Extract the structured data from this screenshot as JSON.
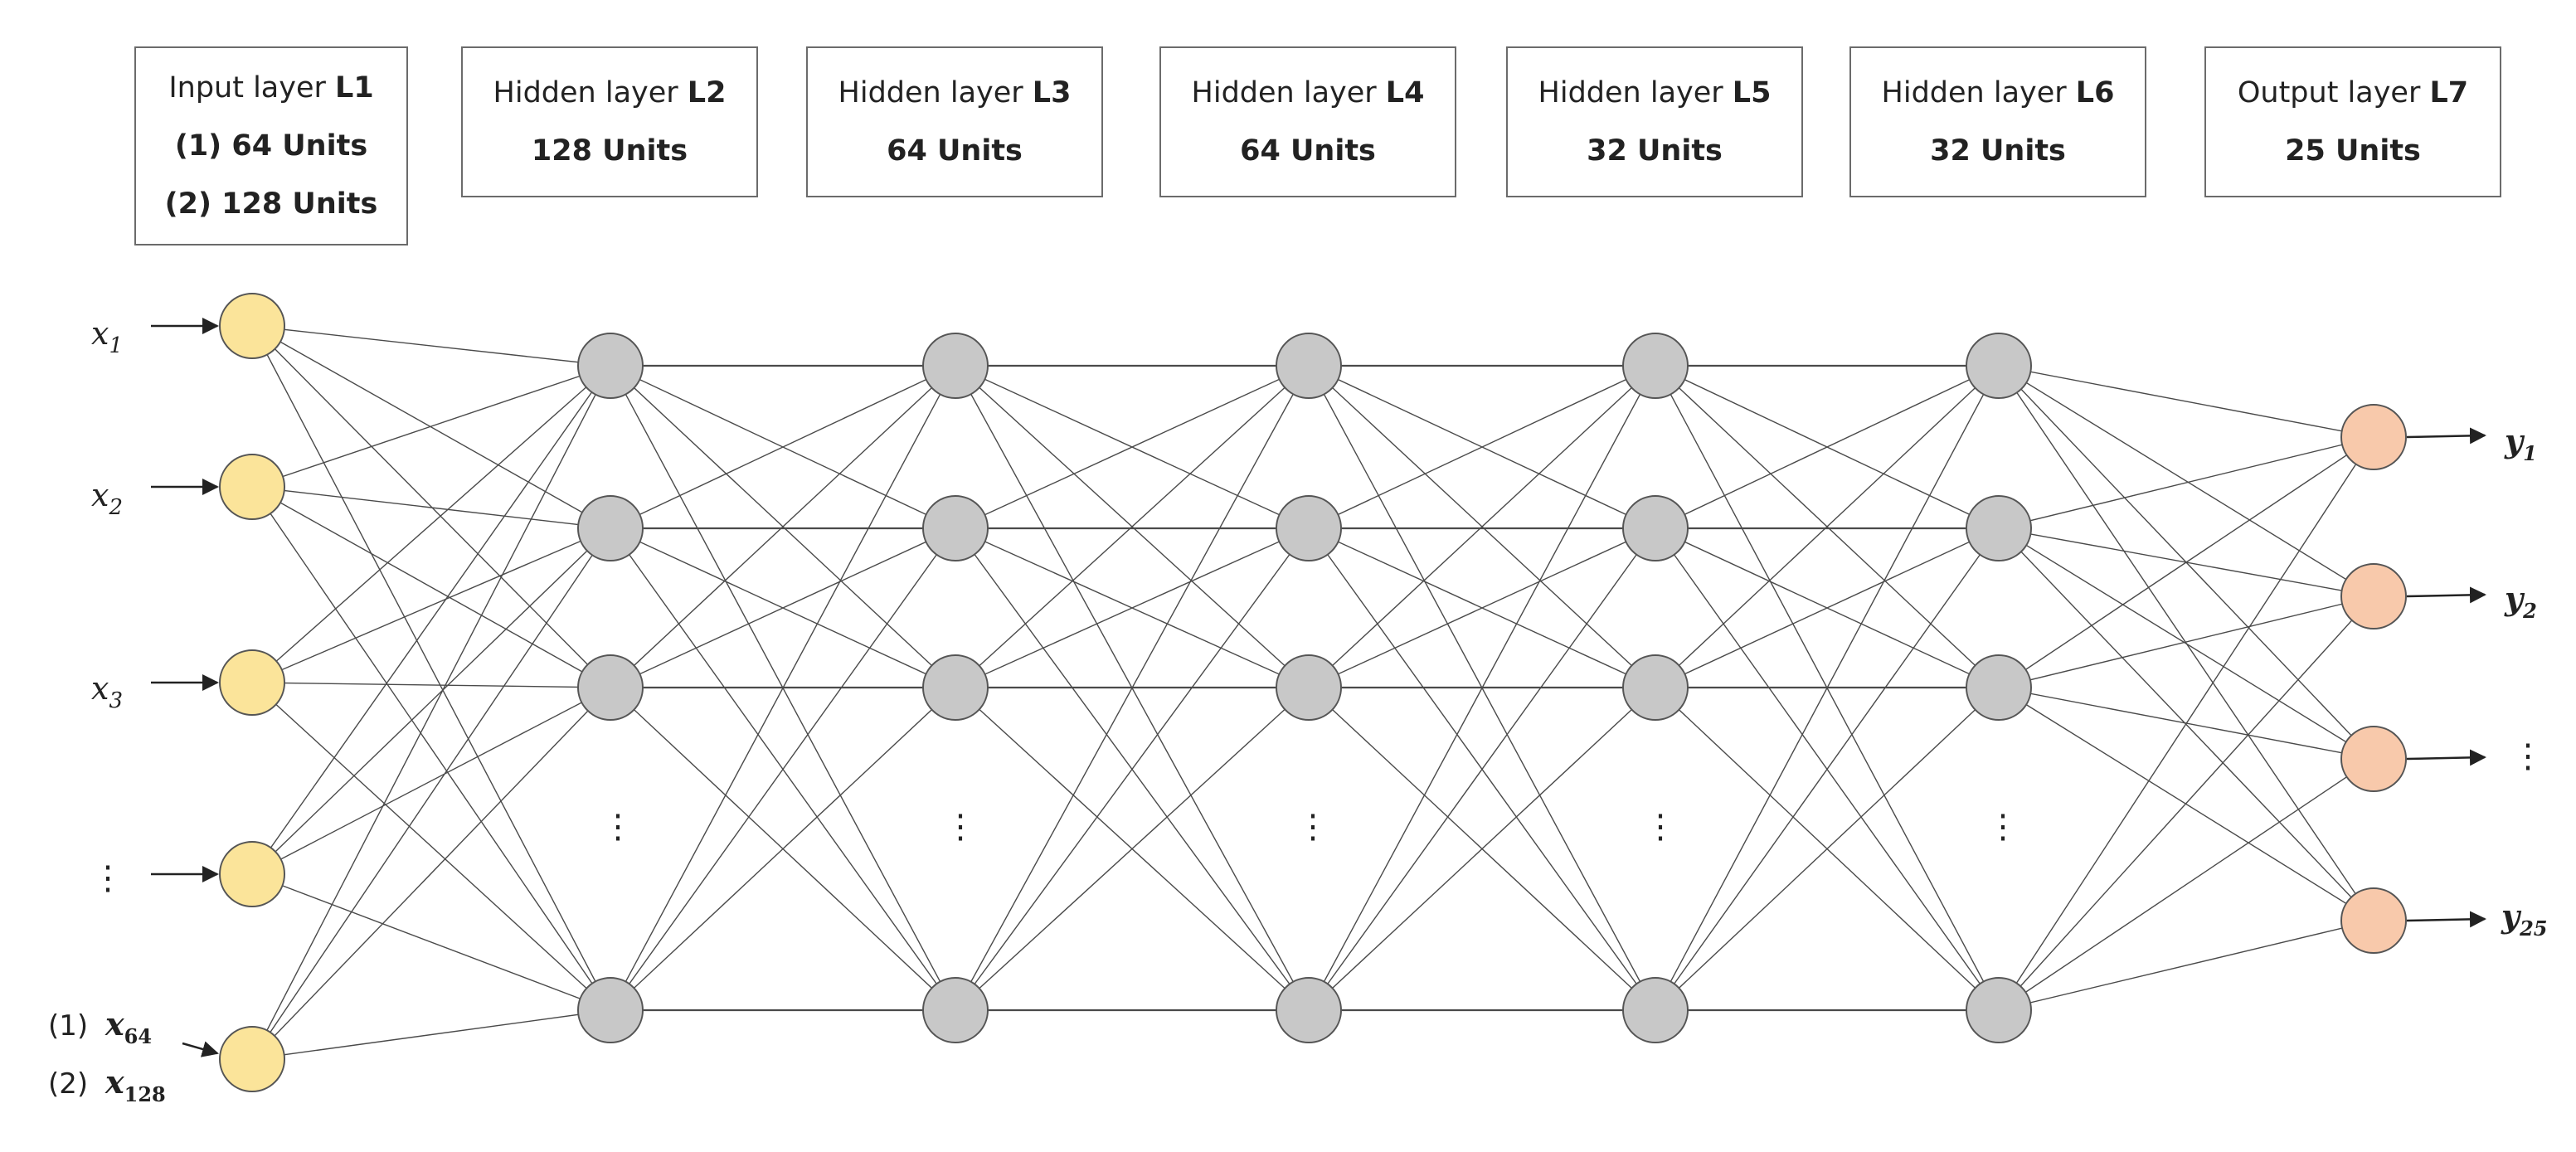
{
  "layers": [
    {
      "id": "L1",
      "name": "Input layer",
      "tag": "L1",
      "lines": [
        "(1) 64 Units",
        "(2) 128 Units"
      ]
    },
    {
      "id": "L2",
      "name": "Hidden layer",
      "tag": "L2",
      "lines": [
        "128 Units"
      ]
    },
    {
      "id": "L3",
      "name": "Hidden layer",
      "tag": "L3",
      "lines": [
        "64 Units"
      ]
    },
    {
      "id": "L4",
      "name": "Hidden layer",
      "tag": "L4",
      "lines": [
        "64 Units"
      ]
    },
    {
      "id": "L5",
      "name": "Hidden layer",
      "tag": "L5",
      "lines": [
        "32 Units"
      ]
    },
    {
      "id": "L6",
      "name": "Hidden layer",
      "tag": "L6",
      "lines": [
        "32 Units"
      ]
    },
    {
      "id": "L7",
      "name": "Output layer",
      "tag": "L7",
      "lines": [
        "25 Units"
      ]
    }
  ],
  "inputs": {
    "x1": {
      "var": "x",
      "sub": "1"
    },
    "x2": {
      "var": "x",
      "sub": "2"
    },
    "x3": {
      "var": "x",
      "sub": "3"
    },
    "ellipsis": "⋮",
    "last1": {
      "prefix": "(1)",
      "var": "x",
      "sub": "64"
    },
    "last2": {
      "prefix": "(2)",
      "var": "x",
      "sub": "128"
    }
  },
  "outputs": {
    "y1": {
      "var": "y",
      "sub": "1"
    },
    "y2": {
      "var": "y",
      "sub": "2"
    },
    "ellipsis": "⋮",
    "y25": {
      "var": "y",
      "sub": "25"
    }
  },
  "hidden_ellipsis": "⋮",
  "colors": {
    "input_node": "#fbe49a",
    "hidden_node": "#c8c8c8",
    "output_node": "#f8c9ab",
    "node_stroke": "#555555",
    "edge": "#4a4a4a",
    "box_border": "#6b6b6b"
  }
}
